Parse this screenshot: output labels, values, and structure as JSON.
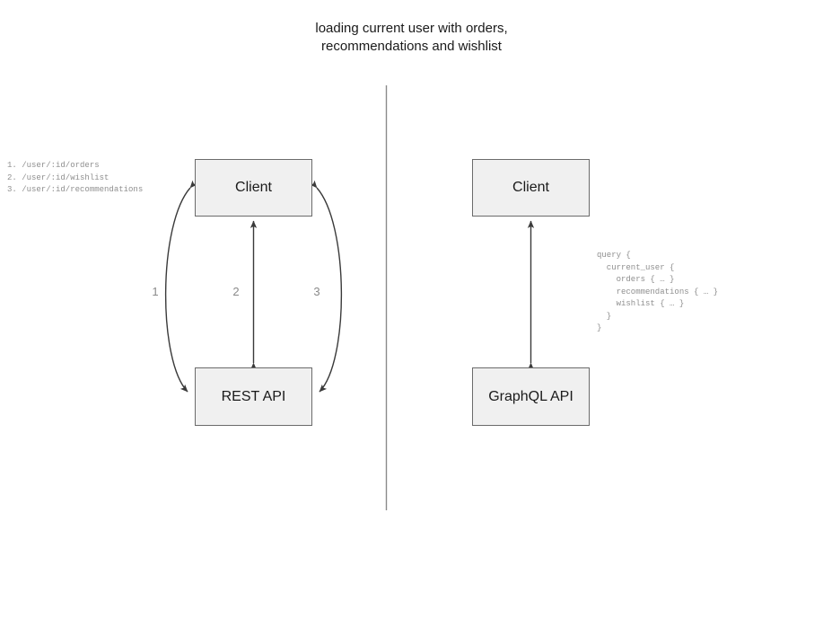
{
  "title": {
    "line1": "loading current user with orders,",
    "line2": "recommendations and wishlist"
  },
  "divider": {
    "name": "vertical-divider",
    "color": "#8a8a8a"
  },
  "colors": {
    "node_fill": "#f0f0f0",
    "node_border": "#6b6b6b",
    "text": "#1a1a1a",
    "muted_text": "#8f8f8f",
    "edge_stroke": "#3a3a3a",
    "label_text": "#8a8a8a"
  },
  "rest_panel": {
    "name": "rest-approach",
    "client_label": "Client",
    "api_label": "REST API",
    "endpoints_text": "1. /user/:id/orders\n2. /user/:id/wishlist\n3. /user/:id/recommendations",
    "endpoints": [
      {
        "number": "1.",
        "path": "/user/:id/orders"
      },
      {
        "number": "2.",
        "path": "/user/:id/wishlist"
      },
      {
        "number": "3.",
        "path": "/user/:id/recommendations"
      }
    ],
    "edge_labels": [
      "1",
      "2",
      "3"
    ]
  },
  "graphql_panel": {
    "name": "graphql-approach",
    "client_label": "Client",
    "api_label": "GraphQL API",
    "query_text": "query {\n  current_user {\n    orders { … }\n    recommendations { … }\n    wishlist { … }\n  }\n}"
  }
}
